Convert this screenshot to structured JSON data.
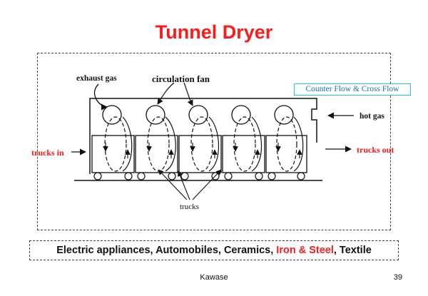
{
  "slide": {
    "title": "Tunnel Dryer",
    "labels": {
      "exhaust_gas": "exhaust gas",
      "circulation_fan": "circulation fan",
      "hot_gas": "hot gas",
      "trucks_in": "trucks in",
      "trucks_out": "trucks out",
      "trucks": "trucks"
    },
    "flow_box": "Counter Flow & Cross Flow",
    "applications": {
      "part1": "Electric appliances, Automobiles, Ceramics, ",
      "part2": "Iron & Steel",
      "part3": ", Textile"
    },
    "footer": {
      "author": "Kawase",
      "page": "39"
    },
    "colors": {
      "title": "#ff1a1a",
      "accent_red": "#ff1a1a",
      "flow_box_border": "#22c7d6",
      "flow_box_text": "#1f6fb0"
    }
  }
}
